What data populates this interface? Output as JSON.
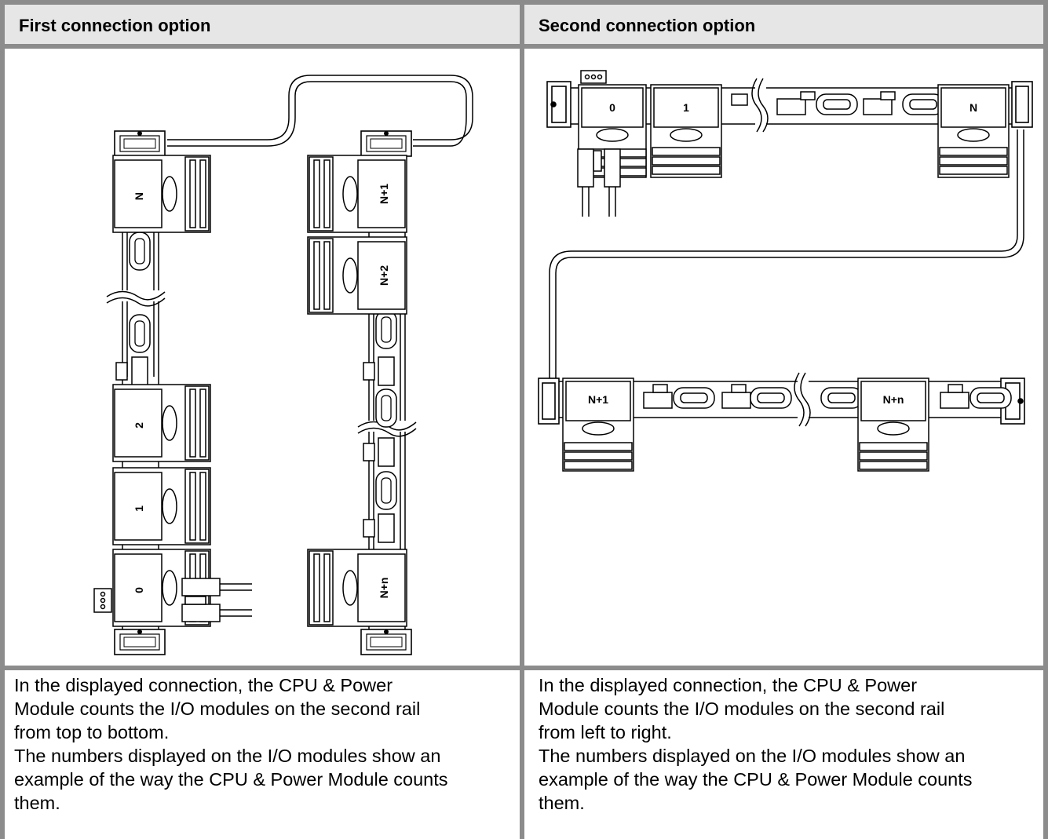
{
  "headers": {
    "first": "First connection option",
    "second": "Second connection option"
  },
  "first_option": {
    "module_labels": {
      "n": "N",
      "two": "2",
      "one": "1",
      "zero": "0",
      "n1": "N+1",
      "n2": "N+2",
      "nn": "N+n"
    },
    "description": [
      "In the displayed connection, the CPU & Power",
      "Module counts the I/O modules on the second rail",
      "from top to bottom.",
      "The numbers displayed on the I/O modules show an",
      "example of the way the CPU & Power Module counts",
      "them."
    ]
  },
  "second_option": {
    "module_labels": {
      "zero": "0",
      "one": "1",
      "n": "N",
      "n1": "N+1",
      "nn": "N+n"
    },
    "description": [
      "In the displayed connection, the CPU & Power",
      "Module counts the I/O modules on the second rail",
      "from left to right.",
      "The numbers displayed on the I/O modules show an",
      "example of the way the CPU & Power Module counts",
      "them."
    ]
  }
}
